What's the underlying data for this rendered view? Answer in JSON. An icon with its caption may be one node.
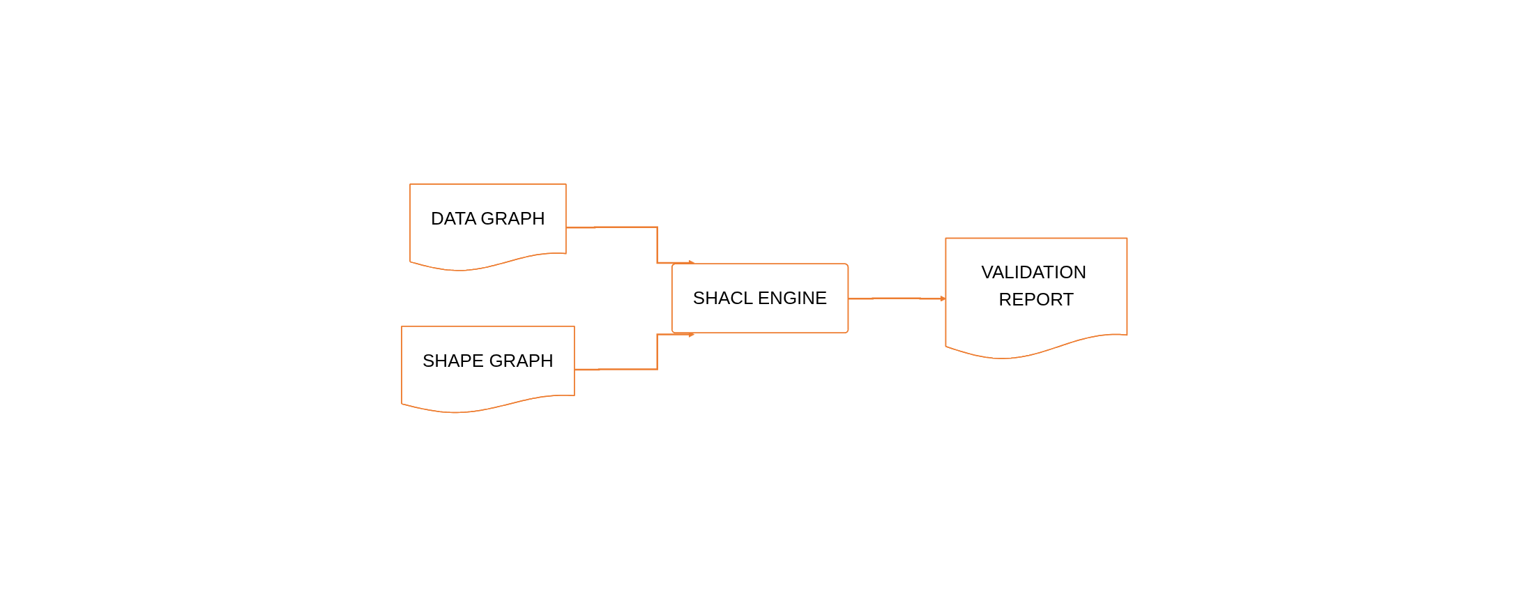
{
  "diagram": {
    "nodes": [
      {
        "text": [
          "DATA GRAPH"
        ]
      },
      {
        "text": [
          "SHAPE GRAPH"
        ]
      },
      {
        "text": [
          "SHACL ENGINE"
        ]
      },
      {
        "text": [
          "VALIDATION REPORT"
        ]
      }
    ],
    "edges": [
      {
        "from": 0,
        "to": 2,
        "arrow": "to"
      },
      {
        "from": 1,
        "to": 2,
        "arrow": "to"
      },
      {
        "from": 2,
        "to": 3,
        "arrow": "to"
      }
    ]
  }
}
